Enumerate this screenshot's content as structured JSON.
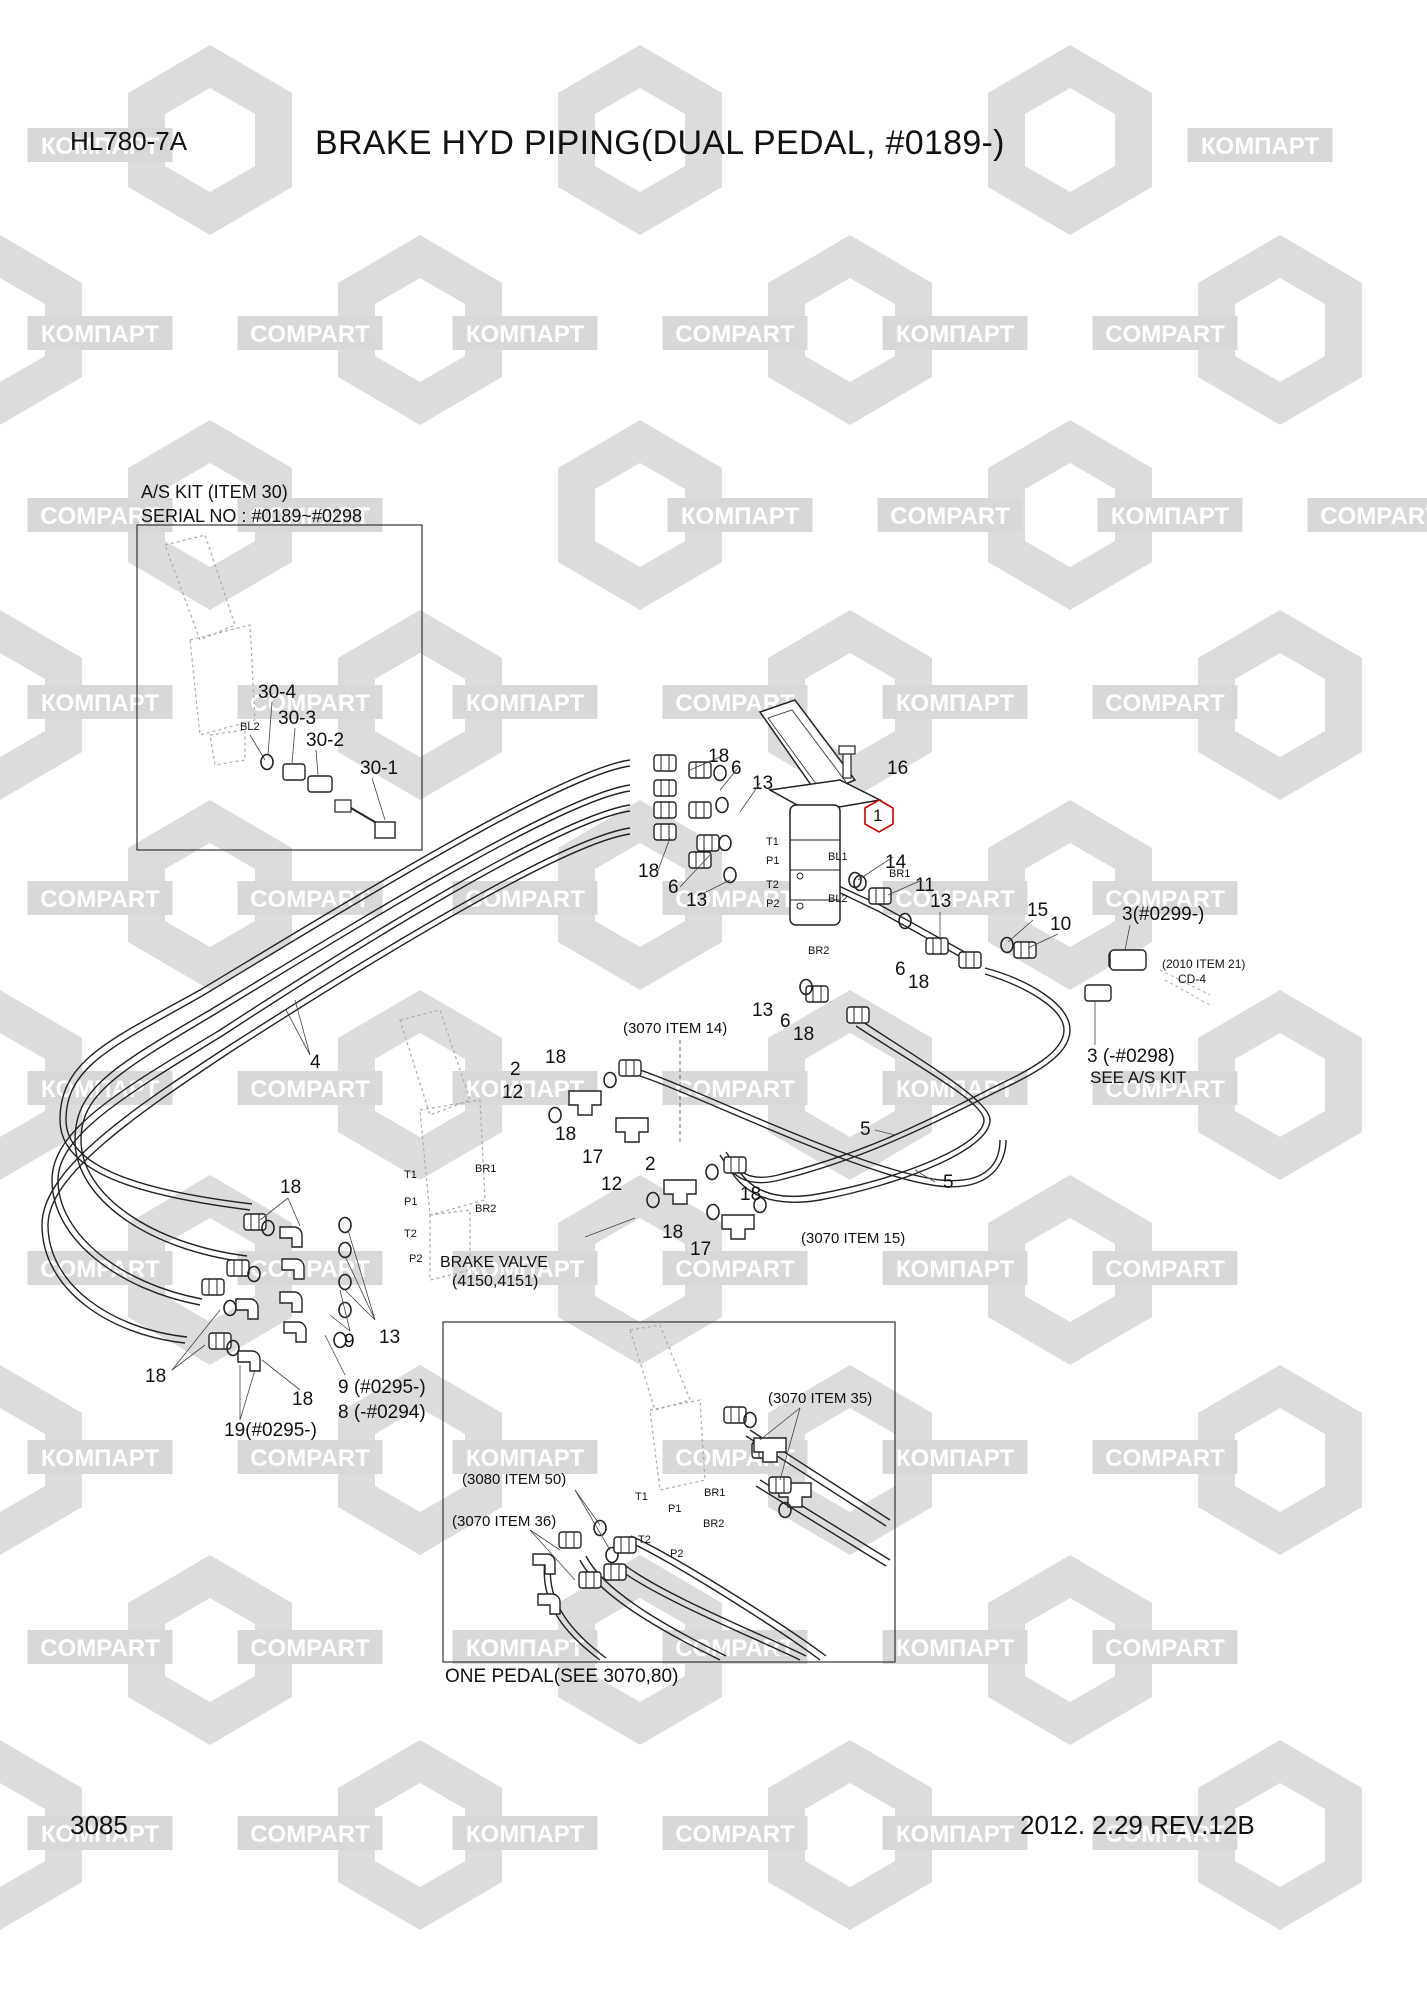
{
  "header": {
    "model": "HL780-7A",
    "title": "BRAKE HYD PIPING(DUAL PEDAL, #0189-)"
  },
  "footer": {
    "page_number": "3085",
    "revision": "2012. 2.29 REV.12B"
  },
  "watermark": {
    "text_cyrillic": "КОМПАРТ",
    "text_latin": "COMPART"
  },
  "inset_as_kit": {
    "title": "A/S KIT (ITEM 30)",
    "serial": "SERIAL NO : #0189~#0298",
    "port": "BL2",
    "labels": [
      "30-4",
      "30-3",
      "30-2",
      "30-1"
    ]
  },
  "inset_one_pedal": {
    "caption": "ONE PEDAL(SEE 3070,80)",
    "ref_top": "(3070 ITEM 35)",
    "ref_mid": "(3080 ITEM 50)",
    "ref_left": "(3070 ITEM 36)",
    "ports": [
      "T1",
      "P1",
      "T2",
      "P2",
      "BR1",
      "BR2"
    ]
  },
  "main": {
    "callout_circled": "1",
    "refs": {
      "item14": "(3070 ITEM 14)",
      "item15": "(3070 ITEM 15)",
      "item21": "(2010 ITEM 21)",
      "cd4": "CD-4",
      "brake_valve": "BRAKE VALVE",
      "brake_valve_no": "(4150,4151)",
      "see_as_kit": "SEE A/S KIT",
      "item3_new": "3(#0299-)",
      "item3_old": "3 (-#0298)",
      "item9_new": "9 (#0295-)",
      "item8_old": "8 (-#0294)",
      "item19_new": "19(#0295-)"
    },
    "ports_top": [
      "T1",
      "P1",
      "T2",
      "P2",
      "BL1",
      "BL2",
      "BR1",
      "BR2"
    ],
    "ports_mid": [
      "T1",
      "BR1",
      "P1",
      "BR2",
      "T2",
      "P2"
    ],
    "callouts": {
      "n18": "18",
      "n6": "6",
      "n13": "13",
      "n16": "16",
      "n14": "14",
      "n11": "11",
      "n15": "15",
      "n10": "10",
      "n4": "4",
      "n5": "5",
      "n2": "2",
      "n12": "12",
      "n17": "17",
      "n9": "9"
    }
  }
}
